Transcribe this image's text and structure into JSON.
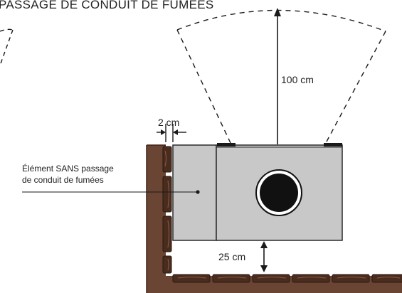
{
  "title": "PASSAGE DE CONDUIT DE FUMÉES",
  "labels": {
    "clearance_top": "100 cm",
    "side_gap": "2 cm",
    "bottom_gap": "25 cm",
    "element_note_line1": "Élément SANS passage",
    "element_note_line2": "de conduit de fumées"
  },
  "colors": {
    "wall": "#6b4533",
    "wall_dark": "#3e2518",
    "element_fill": "#c8c8c8",
    "element_stroke": "#2a2a2a",
    "line": "#1a1a1a",
    "flue": "#111111"
  }
}
